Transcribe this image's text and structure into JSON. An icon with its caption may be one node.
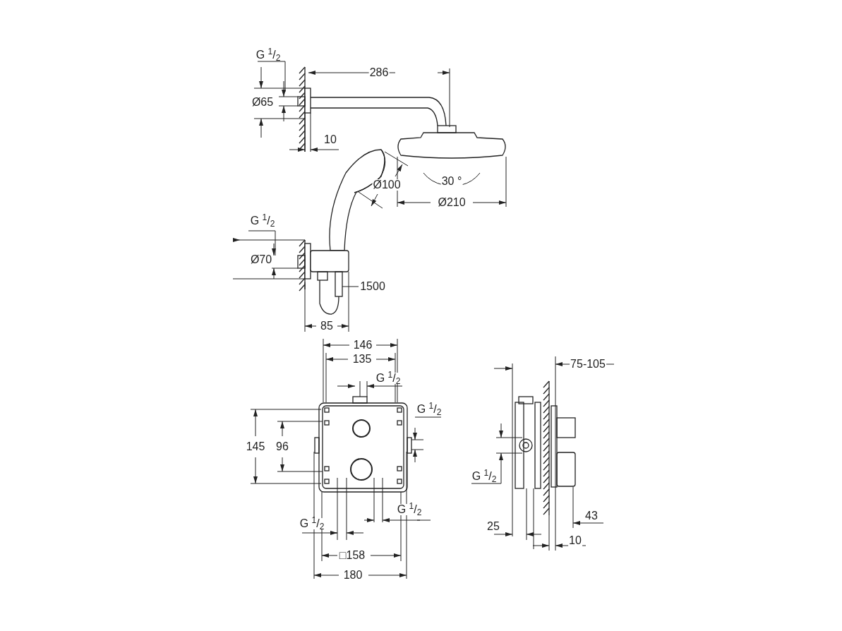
{
  "diagram": {
    "labels": [
      "G $^{1}$/$_{2}$",
      "286",
      "Ø65",
      "10",
      "Ø100",
      "30 °",
      "Ø210",
      "G $^{1}$/$_{2}$",
      "Ø70",
      "1500",
      "85",
      "146",
      "135",
      "G $^{1}$/$_{2}$",
      "75-105",
      "G $^{1}$/$_{2}$",
      "145",
      "96",
      "G $^{1}$/$_{2}$",
      "43",
      "G $^{1}$/$_{2}$",
      "G $^{1}$/$_{2}$",
      "25",
      "10",
      "□158",
      "180"
    ]
  }
}
